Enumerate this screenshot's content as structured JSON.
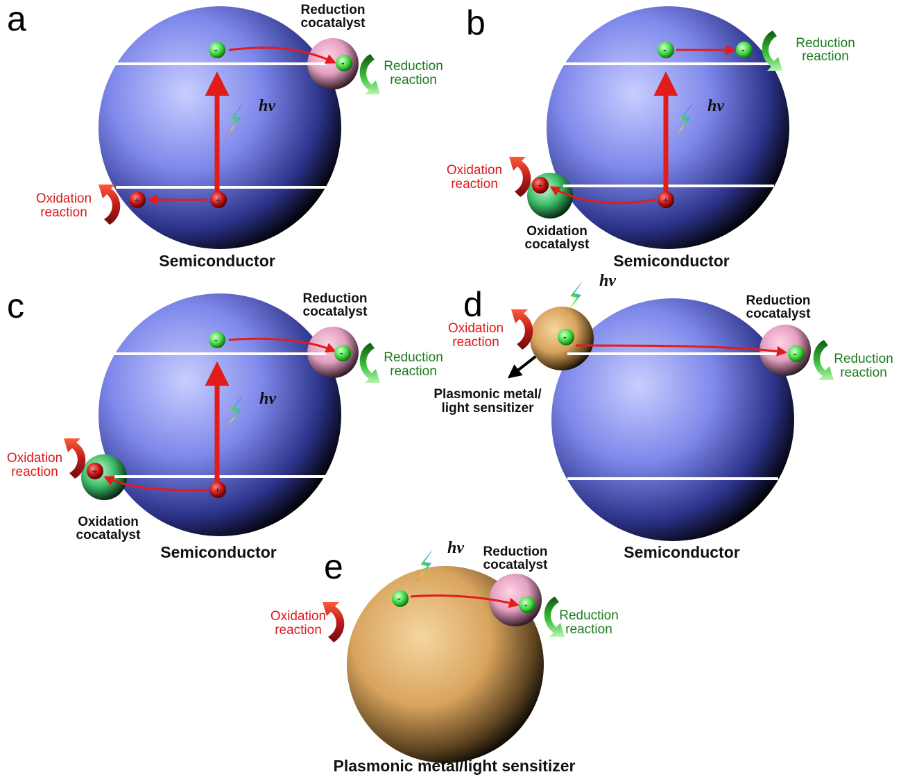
{
  "panels": {
    "a": {
      "letter": "a",
      "semiconductor": "Semiconductor",
      "reduction_cocatalyst": [
        "Reduction",
        "cocatalyst"
      ],
      "reduction_reaction": [
        "Reduction",
        "reaction"
      ],
      "oxidation_reaction": [
        "Oxidation",
        "reaction"
      ],
      "hv": "hv",
      "electron": "-",
      "hole": "+"
    },
    "b": {
      "letter": "b",
      "semiconductor": "Semiconductor",
      "oxidation_cocatalyst": [
        "Oxidation",
        "cocatalyst"
      ],
      "reduction_reaction": [
        "Reduction",
        "reaction"
      ],
      "oxidation_reaction": [
        "Oxidation",
        "reaction"
      ],
      "hv": "hv",
      "electron": "-",
      "hole": "+"
    },
    "c": {
      "letter": "c",
      "semiconductor": "Semiconductor",
      "reduction_cocatalyst": [
        "Reduction",
        "cocatalyst"
      ],
      "oxidation_cocatalyst": [
        "Oxidation",
        "cocatalyst"
      ],
      "reduction_reaction": [
        "Reduction",
        "reaction"
      ],
      "oxidation_reaction": [
        "Oxidation",
        "reaction"
      ],
      "hv": "hv",
      "electron": "-",
      "hole": "+"
    },
    "d": {
      "letter": "d",
      "semiconductor": "Semiconductor",
      "reduction_cocatalyst": [
        "Reduction",
        "cocatalyst"
      ],
      "plasmonic": [
        "Plasmonic metal/",
        "light sensitizer"
      ],
      "reduction_reaction": [
        "Reduction",
        "reaction"
      ],
      "oxidation_reaction": [
        "Oxidation",
        "reaction"
      ],
      "hv": "hv",
      "electron": "-"
    },
    "e": {
      "letter": "e",
      "caption": "Plasmonic metal/light sensitizer",
      "reduction_cocatalyst": [
        "Reduction",
        "cocatalyst"
      ],
      "reduction_reaction": [
        "Reduction",
        "reaction"
      ],
      "oxidation_reaction": [
        "Oxidation",
        "reaction"
      ],
      "hv": "hv",
      "electron": "-"
    }
  },
  "colors": {
    "semiconductor": "#8a93f0",
    "plasmonic": "#e2b06a",
    "reduction_cocatalyst": "#e7a2c2",
    "oxidation_cocatalyst": "#3fbf6a",
    "electron": "#4de24d",
    "hole": "#d41212",
    "arrow": "#e21b1b",
    "red_text": "#e01818",
    "green_text": "#1d7a1d"
  }
}
